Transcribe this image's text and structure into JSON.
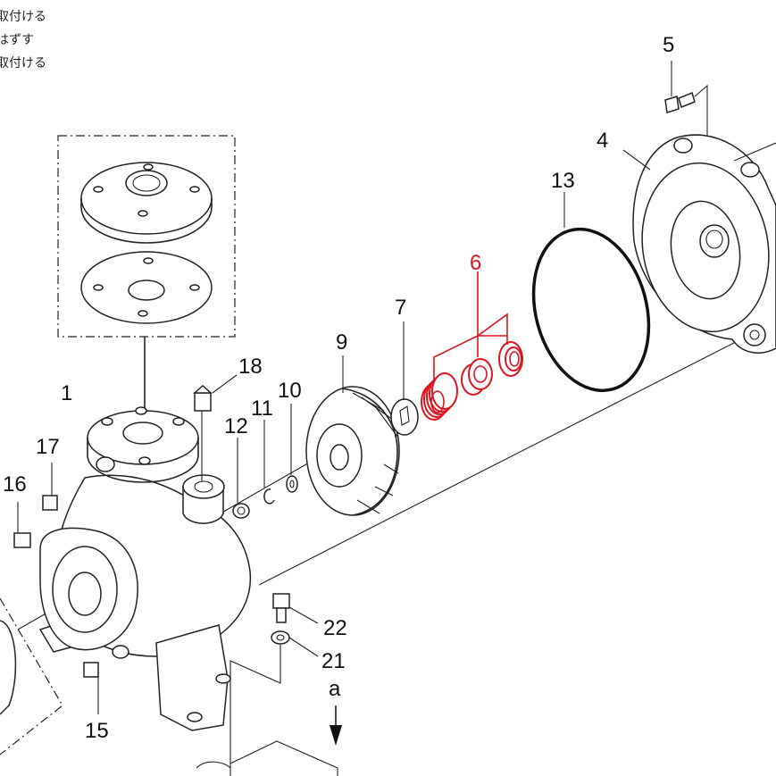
{
  "notes": [
    "取付ける",
    "はずす",
    "取付ける"
  ],
  "parts": {
    "p1": "1",
    "p4": "4",
    "p5": "5",
    "p6": "6",
    "p7": "7",
    "p9": "9",
    "p10": "10",
    "p11": "11",
    "p12": "12",
    "p13": "13",
    "p15": "15",
    "p16": "16",
    "p17": "17",
    "p18": "18",
    "p21": "21",
    "p22": "22",
    "pa": "a"
  },
  "colors": {
    "highlight": "#e0141e",
    "line": "#222222"
  }
}
